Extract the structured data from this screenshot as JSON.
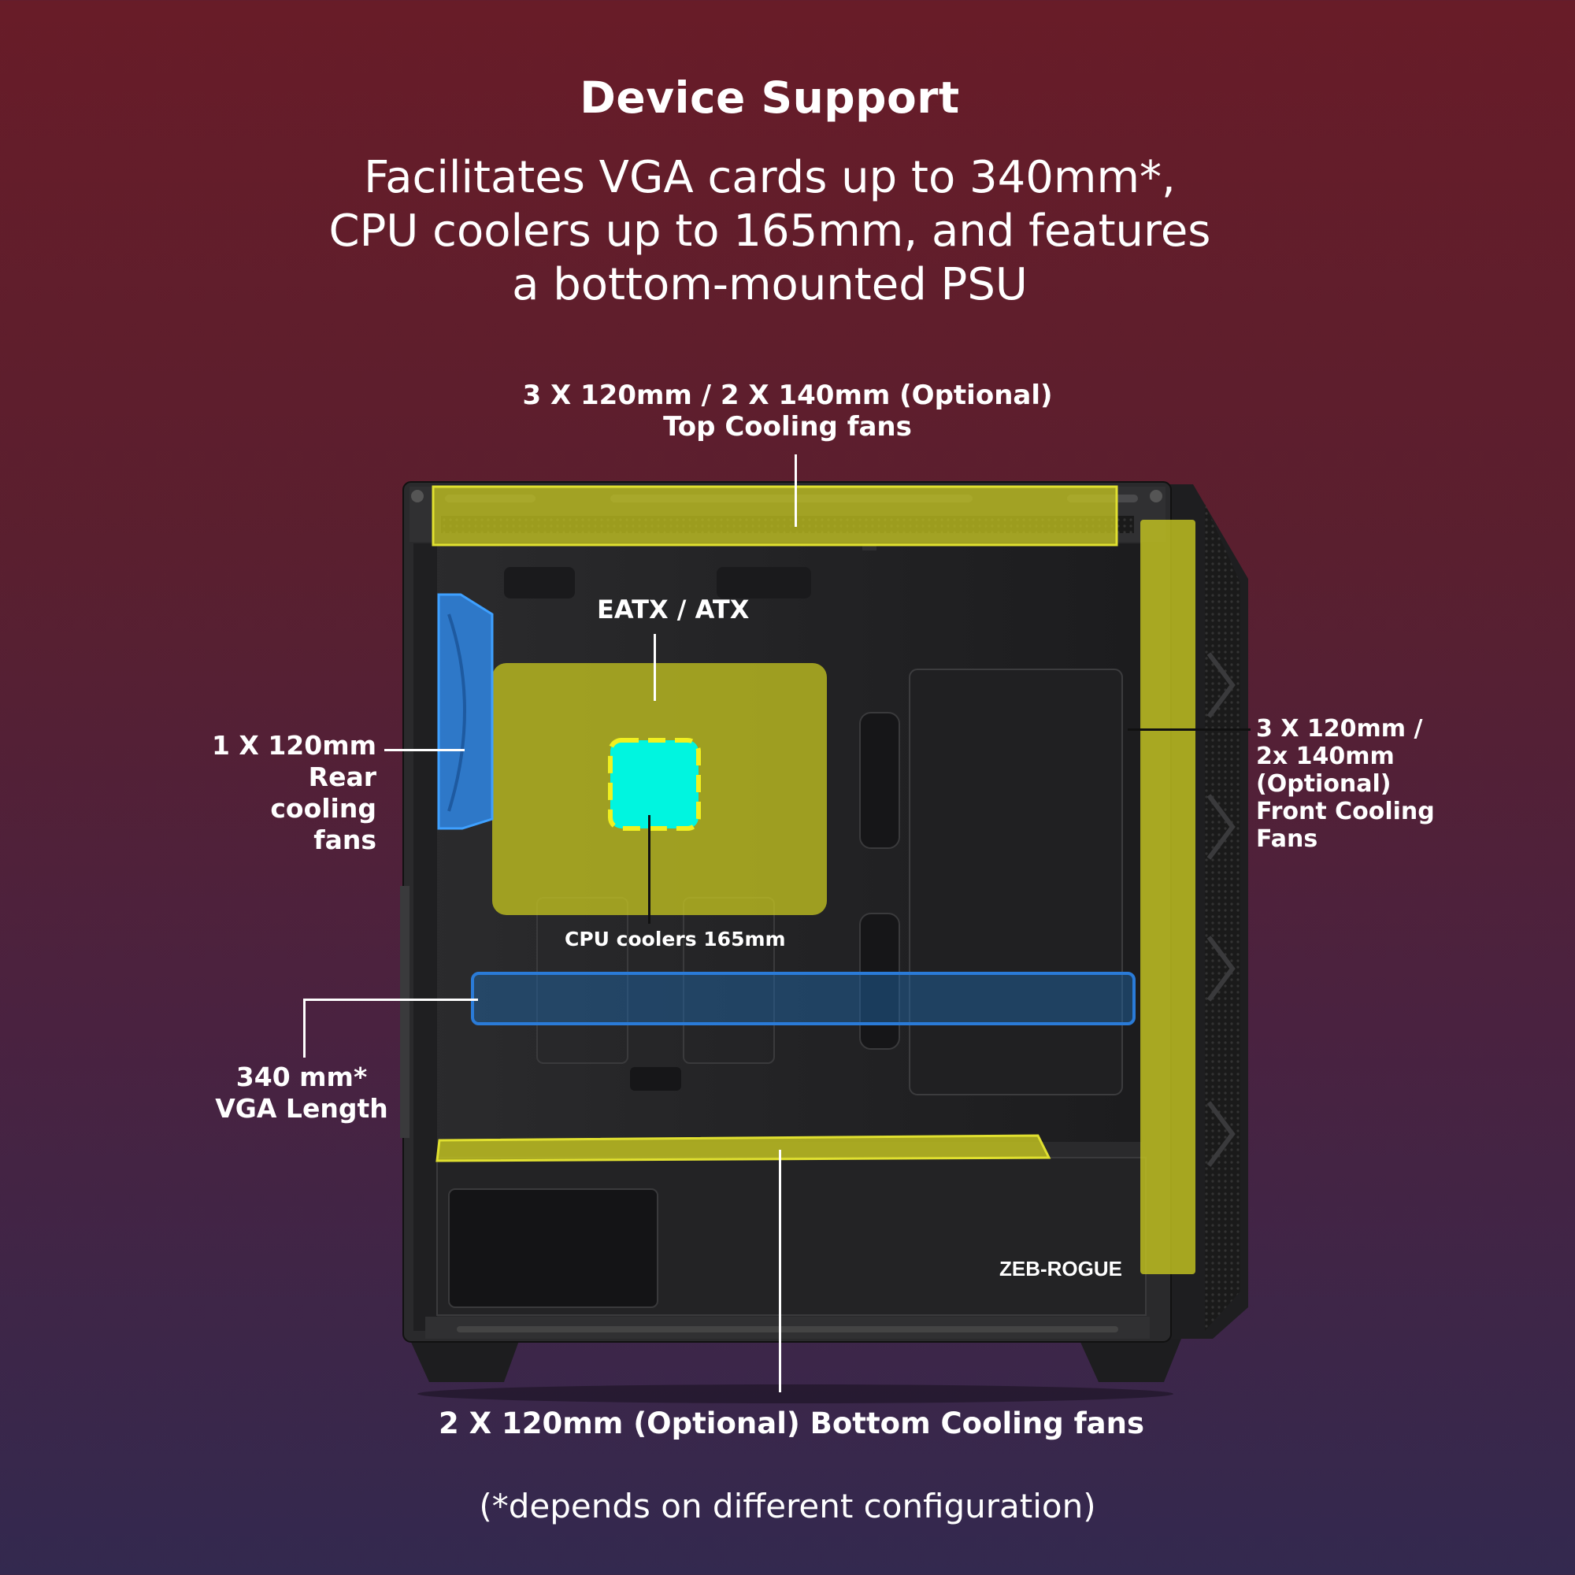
{
  "header": {
    "title": "Device Support",
    "subtitle_lines": [
      "Facilitates VGA cards up to 340mm*,",
      "CPU coolers up to 165mm, and features",
      "a bottom-mounted PSU"
    ]
  },
  "callouts": {
    "top_fans": [
      "3 X 120mm / 2 X 140mm (Optional)",
      "Top Cooling fans"
    ],
    "motherboard": "EATX / ATX",
    "rear_fan": [
      "1 X 120mm",
      "Rear",
      "cooling",
      "fans"
    ],
    "front_fans": [
      "3 X 120mm /",
      "2x 140mm",
      "(Optional)",
      "Front Cooling",
      "Fans"
    ],
    "cpu_cooler": "CPU coolers  165mm",
    "vga": [
      "340 mm*",
      "VGA Length"
    ],
    "bottom_fans": "2 X 120mm (Optional) Bottom Cooling fans"
  },
  "brand": "ZEB-ROGUE",
  "footnote": "(*depends on different configuration)",
  "colors": {
    "highlight_yellow": "#c8c820",
    "cpu_cyan": "#00f5e0",
    "fan_blue": "#2f8cf0",
    "vga_blue": "#2a7bd8"
  }
}
